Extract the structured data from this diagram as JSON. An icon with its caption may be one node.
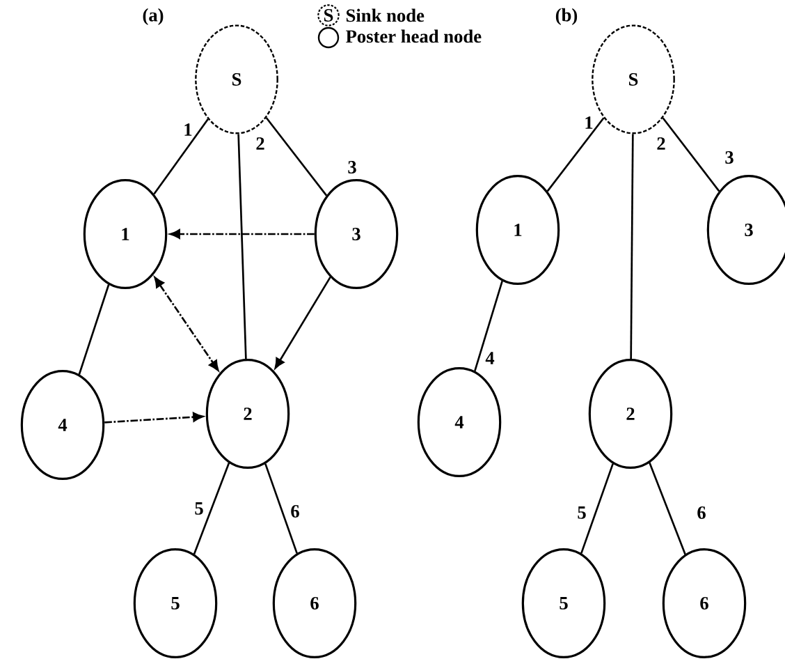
{
  "diagram": {
    "nodes": [
      {
        "text": [
          "S"
        ]
      },
      {
        "text": [
          "1"
        ]
      },
      {
        "text": [
          "3"
        ]
      },
      {
        "text": [
          "4"
        ]
      },
      {
        "text": [
          "2"
        ]
      },
      {
        "text": [
          "5"
        ]
      },
      {
        "text": [
          "6"
        ]
      },
      {
        "text": [
          "S"
        ]
      },
      {
        "text": [
          "1"
        ]
      },
      {
        "text": [
          "3"
        ]
      },
      {
        "text": [
          "4"
        ]
      },
      {
        "text": [
          "2"
        ]
      },
      {
        "text": [
          "5"
        ]
      },
      {
        "text": [
          "6"
        ]
      }
    ],
    "edges": [
      {
        "from": 0,
        "to": 1,
        "arrow": "none",
        "label": "1"
      },
      {
        "from": 0,
        "to": 4,
        "arrow": "none",
        "label": "2"
      },
      {
        "from": 0,
        "to": 2,
        "arrow": "none",
        "label": "3"
      },
      {
        "from": 1,
        "to": 3,
        "arrow": "none"
      },
      {
        "from": 2,
        "to": 1,
        "arrow": "to",
        "style": "dashed"
      },
      {
        "from": 1,
        "to": 4,
        "arrow": "both",
        "style": "dashed"
      },
      {
        "from": 2,
        "to": 4,
        "arrow": "to"
      },
      {
        "from": 3,
        "to": 4,
        "arrow": "to",
        "style": "dashed"
      },
      {
        "from": 4,
        "to": 5,
        "arrow": "none",
        "label": "5"
      },
      {
        "from": 4,
        "to": 6,
        "arrow": "none",
        "label": "6"
      },
      {
        "from": 7,
        "to": 8,
        "arrow": "none",
        "label": "1"
      },
      {
        "from": 7,
        "to": 11,
        "arrow": "none",
        "label": "2"
      },
      {
        "from": 7,
        "to": 9,
        "arrow": "none",
        "label": "3"
      },
      {
        "from": 8,
        "to": 10,
        "arrow": "none",
        "label": "4"
      },
      {
        "from": 11,
        "to": 12,
        "arrow": "none",
        "label": "5"
      },
      {
        "from": 11,
        "to": 13,
        "arrow": "none",
        "label": "6"
      }
    ],
    "labels": [
      "(a)",
      "S",
      "(b)"
    ],
    "legend": [
      {
        "text": "Sink node"
      },
      {
        "text": "Poster head node"
      }
    ]
  }
}
